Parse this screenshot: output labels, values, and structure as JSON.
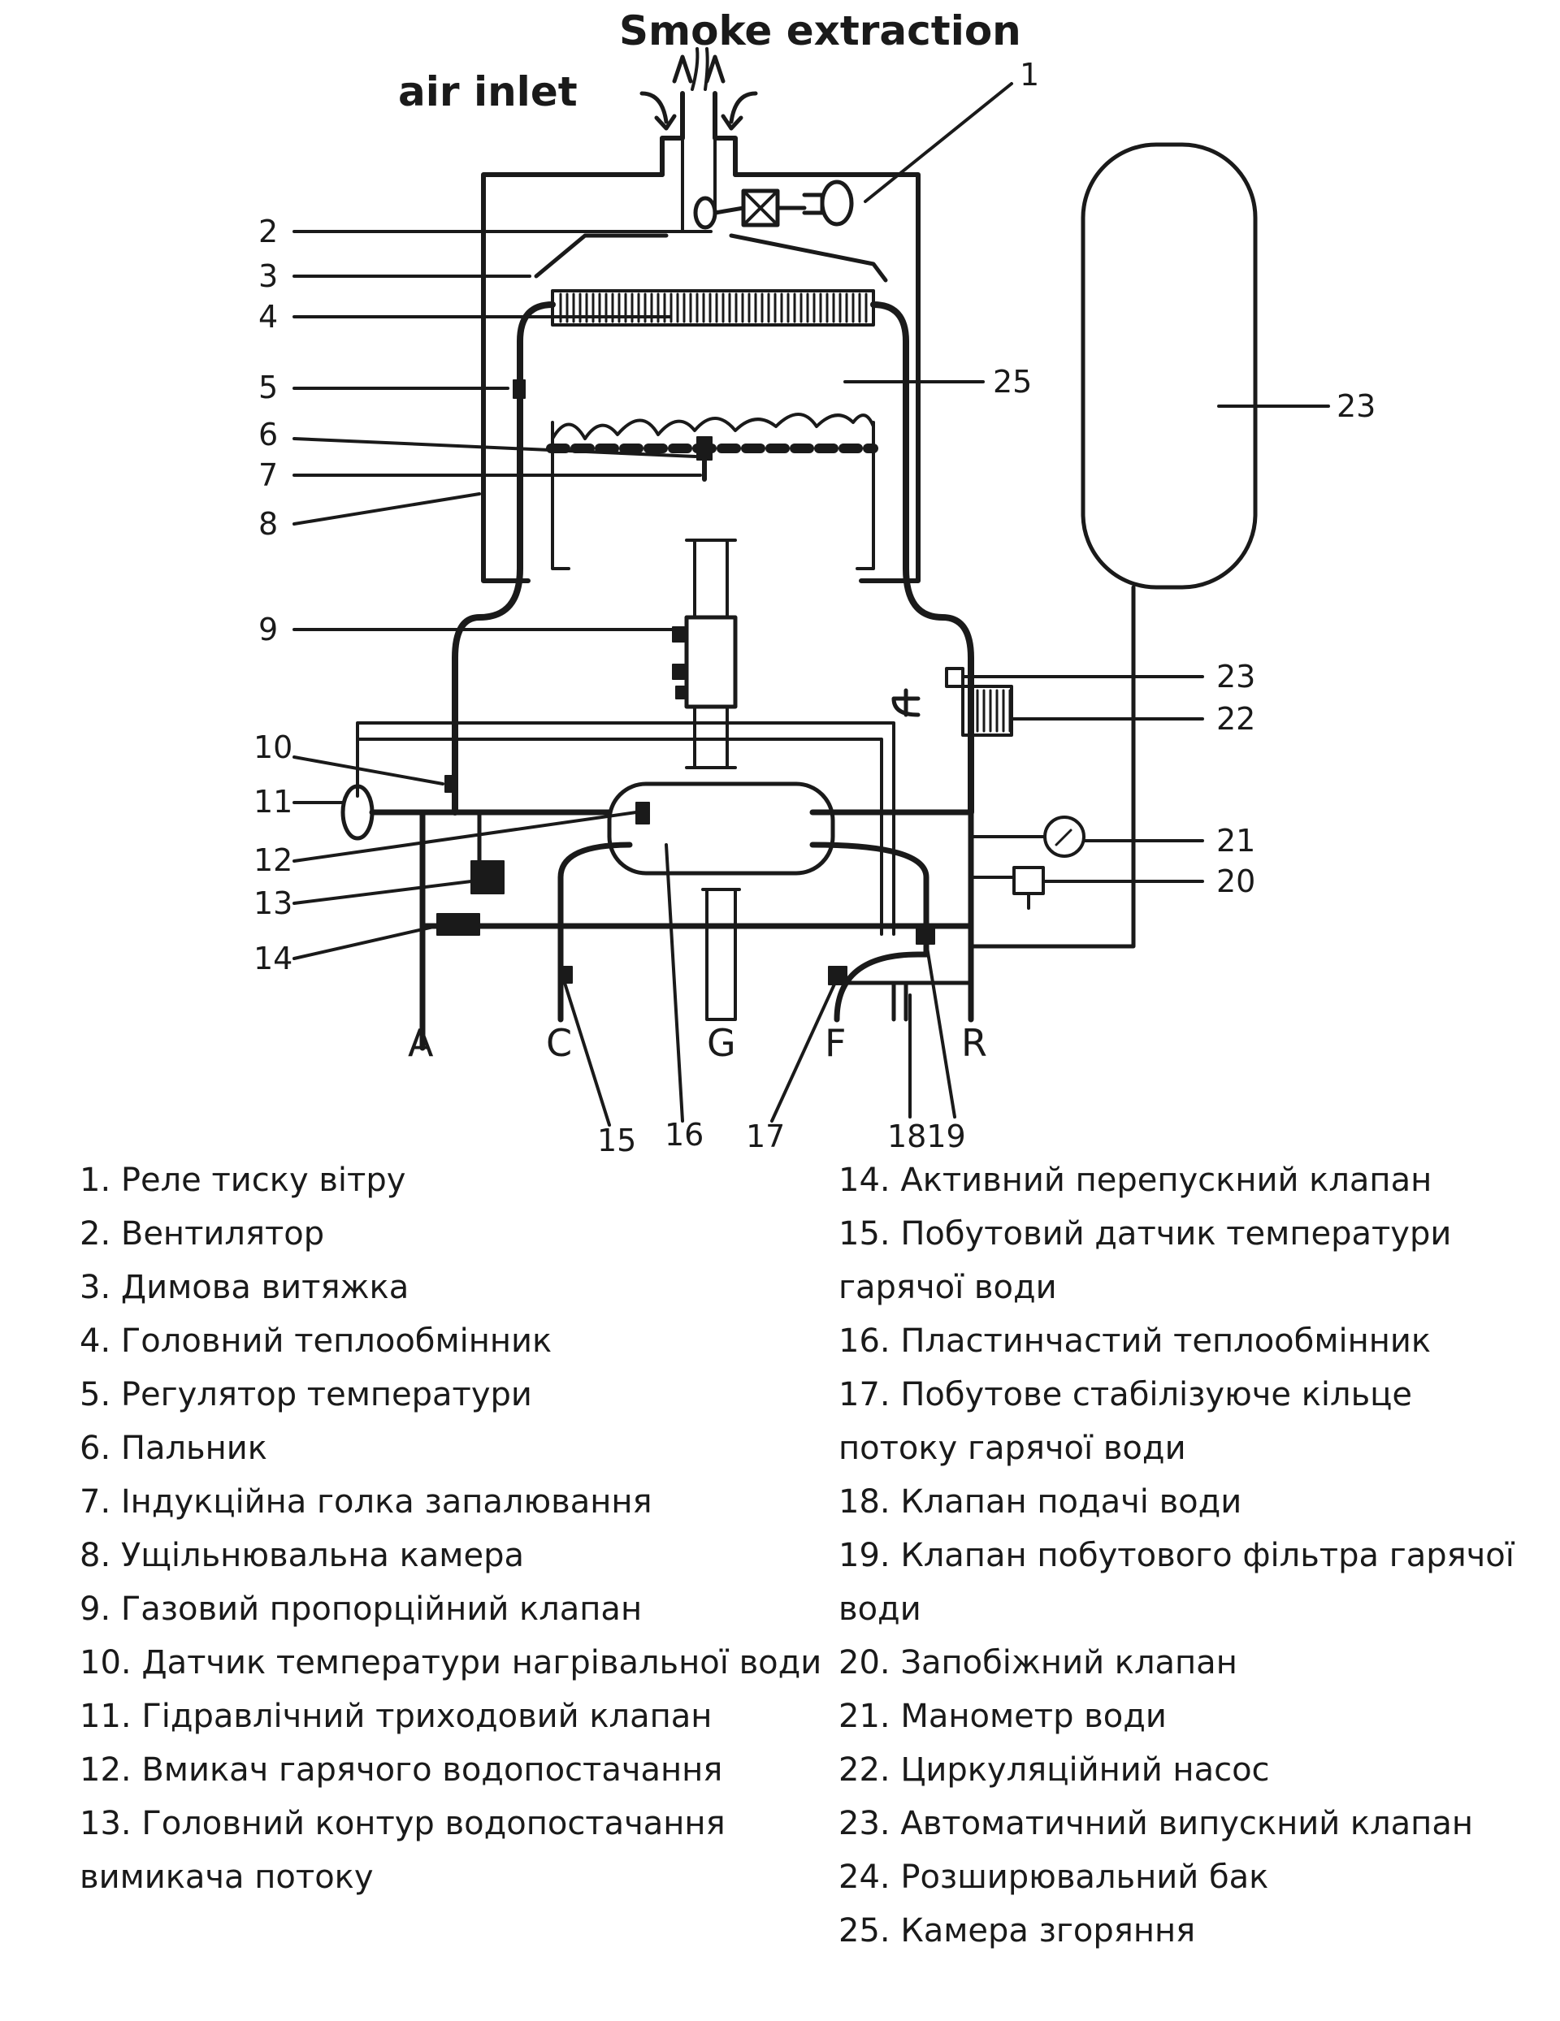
{
  "diagram": {
    "title_smoke": "Smoke extraction",
    "title_air": "air inlet",
    "callouts": [
      "1",
      "2",
      "3",
      "4",
      "5",
      "6",
      "7",
      "8",
      "9",
      "10",
      "11",
      "12",
      "13",
      "14",
      "15",
      "16",
      "17",
      "1819",
      "19",
      "20",
      "21",
      "22",
      "23",
      "23",
      "25"
    ],
    "ports": [
      "A",
      "C",
      "G",
      "F",
      "R"
    ]
  },
  "legend": {
    "left": [
      "1. Реле тиску вітру",
      "2. Вентилятор",
      "3. Димова витяжка",
      "4. Головний теплообмінник",
      "5. Регулятор температури",
      "6. Пальник",
      "7. Індукційна голка запалювання",
      "8. Ущільнювальна камера",
      "9. Газовий пропорційний клапан",
      "10. Датчик температури нагрівальної води",
      "11. Гідравлічний триходовий клапан",
      "12. Вмикач гарячого водопостачання",
      "13. Головний контур водопостачання",
      "вимикача потоку"
    ],
    "right": [
      "14. Активний перепускний клапан",
      "15. Побутовий датчик температури",
      "гарячої води",
      "16. Пластинчастий теплообмінник",
      "17. Побутове стабілізуюче кільце",
      "потоку гарячої води",
      "18. Клапан подачі води",
      "19. Клапан побутового фільтра гарячої",
      "води",
      "20. Запобіжний клапан",
      "21. Манометр води",
      "22. Циркуляційний насос",
      "23. Автоматичний випускний клапан",
      "24. Розширювальний бак",
      "25. Камера згоряння"
    ]
  }
}
